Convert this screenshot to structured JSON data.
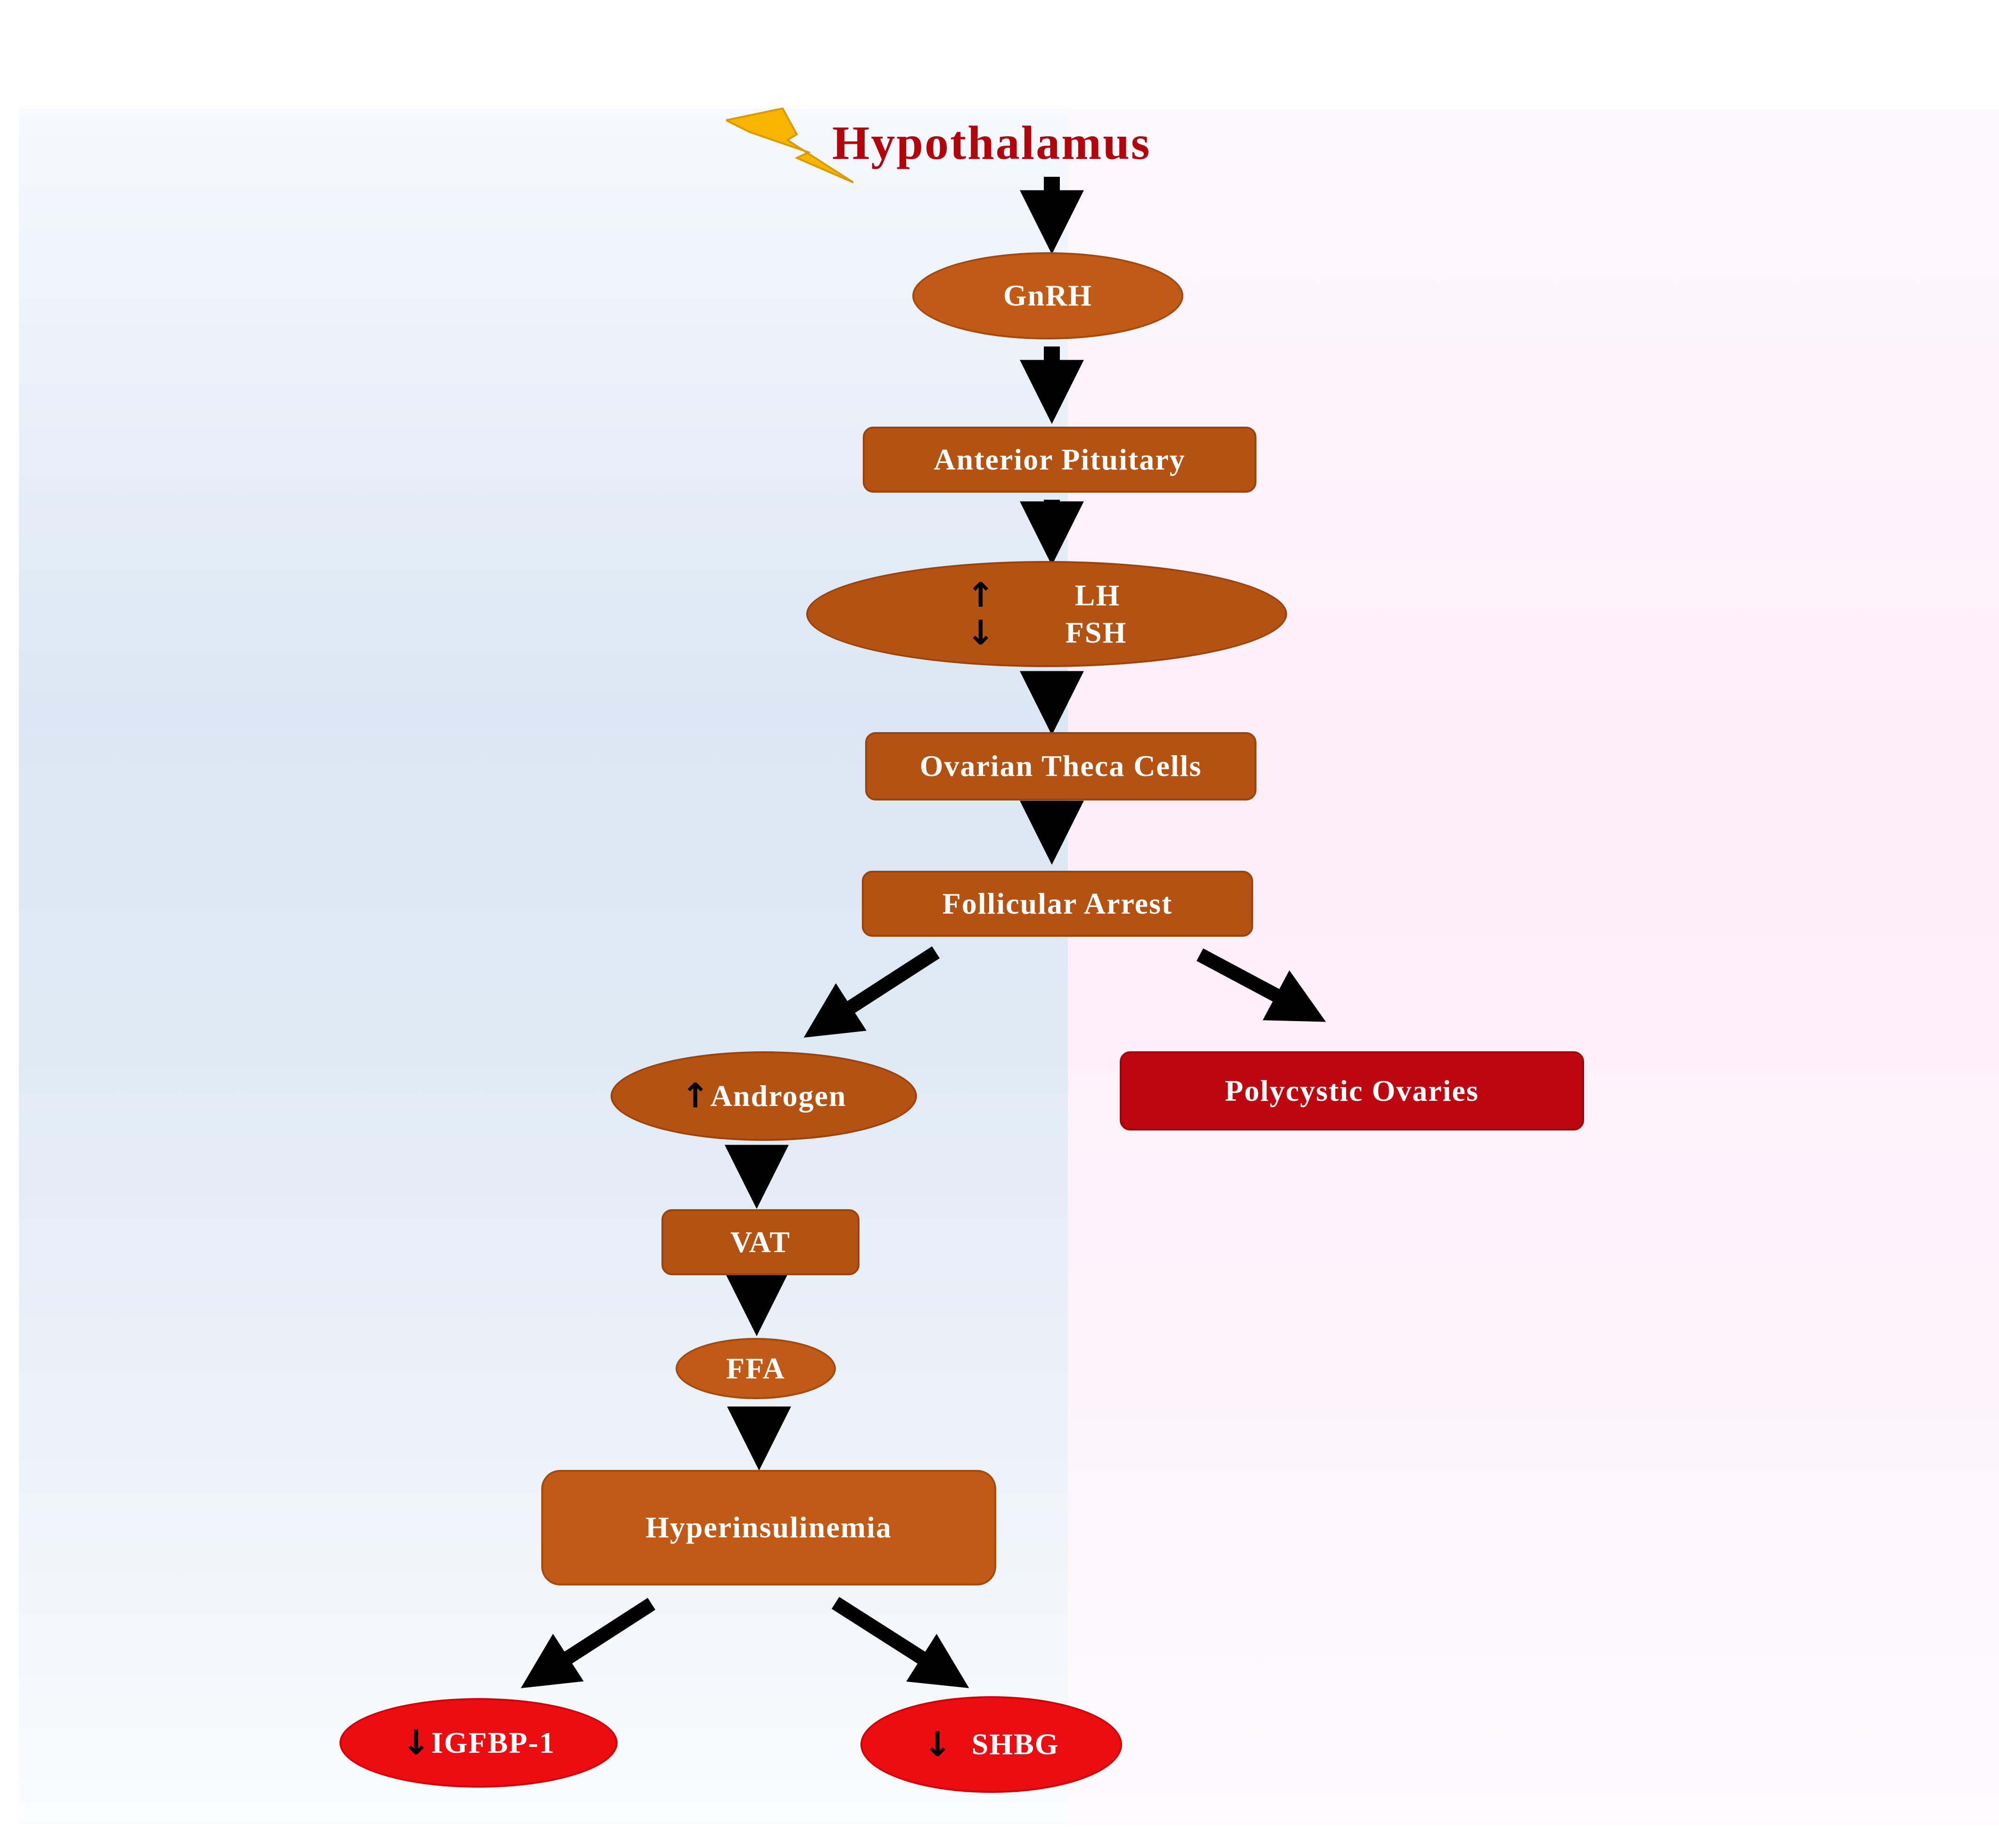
{
  "diagram": {
    "title": "Hypothalamus",
    "nodes": {
      "gnrh": "GnRH",
      "anterior_pituitary": "Anterior Pituitary",
      "lh": "LH",
      "fsh": "FSH",
      "ovarian_theca_cells": "Ovarian Theca Cells",
      "follicular_arrest": "Follicular Arrest",
      "androgen": "Androgen",
      "polycystic_ovaries": "Polycystic Ovaries",
      "vat": "VAT",
      "ffa": "FFA",
      "hyperinsulinemia": "Hyperinsulinemia",
      "igfbp1": "IGFBP-1",
      "shbg": "SHBG"
    },
    "glyphs": {
      "up": "↑",
      "down": "↓"
    },
    "colors": {
      "title": "#b1050e",
      "node_orange": "#b45213",
      "node_dark_red": "#be0611",
      "node_red": "#ec0d12",
      "bolt": "#f7b500",
      "arrow": "#000000"
    },
    "edges": [
      [
        "hypothalamus",
        "gnrh"
      ],
      [
        "gnrh",
        "anterior_pituitary"
      ],
      [
        "anterior_pituitary",
        "lh_fsh"
      ],
      [
        "lh_fsh",
        "ovarian_theca_cells"
      ],
      [
        "ovarian_theca_cells",
        "follicular_arrest"
      ],
      [
        "follicular_arrest",
        "androgen"
      ],
      [
        "follicular_arrest",
        "polycystic_ovaries"
      ],
      [
        "androgen",
        "vat"
      ],
      [
        "vat",
        "ffa"
      ],
      [
        "ffa",
        "hyperinsulinemia"
      ],
      [
        "hyperinsulinemia",
        "igfbp1"
      ],
      [
        "hyperinsulinemia",
        "shbg"
      ]
    ]
  }
}
